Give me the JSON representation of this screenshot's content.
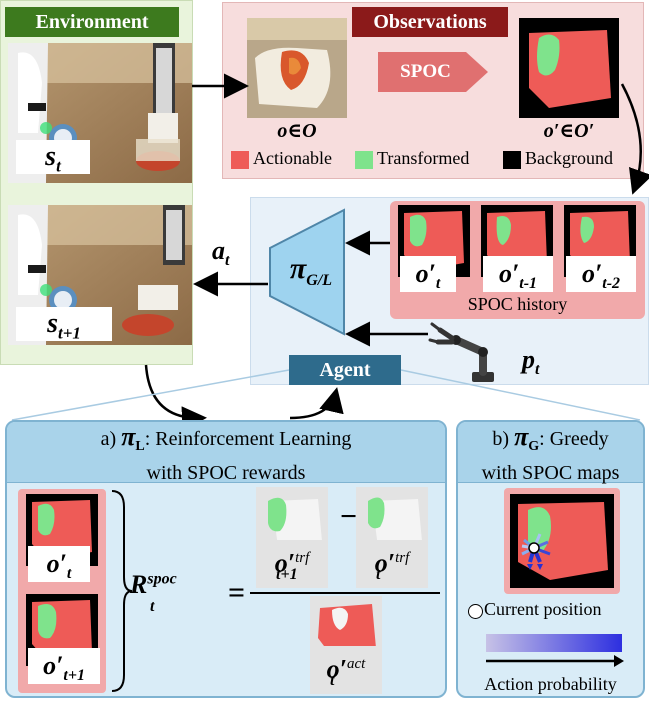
{
  "colors": {
    "env_bg": "#e9f4dc",
    "env_tag": "#3d7a1e",
    "obs_bg": "#f7dddd",
    "obs_tag": "#8b1a1a",
    "agent_bg": "#e8f1f9",
    "agent_tag": "#2e6b8c",
    "actionable": "#ee5b57",
    "transformed": "#7fe38c",
    "background": "#000000",
    "spoc_arrow": "#e07070",
    "history_bg": "#f1a9aa",
    "panel_header": "#a9d3ea",
    "policy_fill": "#9ed3ef"
  },
  "environment": {
    "tag": "Environment",
    "state_t": "s",
    "state_t_sub": "t",
    "state_t1": "s",
    "state_t1_sub": "t+1"
  },
  "observations": {
    "tag": "Observations",
    "spoc_label": "SPOC",
    "obs_label": "o∈O",
    "obs_prime_label": "o′∈O′",
    "legend": {
      "actionable": "Actionable",
      "transformed": "Transformed",
      "background": "Background"
    }
  },
  "agent": {
    "tag": "Agent",
    "action": "a",
    "action_sub": "t",
    "proprio": "p",
    "proprio_sub": "t",
    "policy": "π",
    "policy_sub": "G/L",
    "history_label": "SPOC history",
    "history": [
      {
        "o": "o′",
        "sub": "t"
      },
      {
        "o": "o′",
        "sub": "t-1"
      },
      {
        "o": "o′",
        "sub": "t-2"
      }
    ]
  },
  "panel_a": {
    "prefix": "a)",
    "pi": "π",
    "pi_sub": "L",
    "title_1": ": Reinforcement Learning",
    "title_2": "with SPOC rewards",
    "frames": [
      {
        "o": "o′",
        "sub": "t"
      },
      {
        "o": "o′",
        "sub": "t+1"
      }
    ],
    "reward": "R",
    "reward_sub": "t",
    "reward_sup": "spoc",
    "equals": "=",
    "minus": "−",
    "term1": "o′",
    "term1_sub": "t+1",
    "term1_sup": "trf",
    "term2": "o′",
    "term2_sub": "t",
    "term2_sup": "trf",
    "term3": "o′",
    "term3_sub": "t",
    "term3_sup": "act"
  },
  "panel_b": {
    "prefix": "b)",
    "pi": "π",
    "pi_sub": "G",
    "title_1": ": Greedy",
    "title_2": "with SPOC maps",
    "current_position": "Current position",
    "action_probability": "Action probability"
  }
}
